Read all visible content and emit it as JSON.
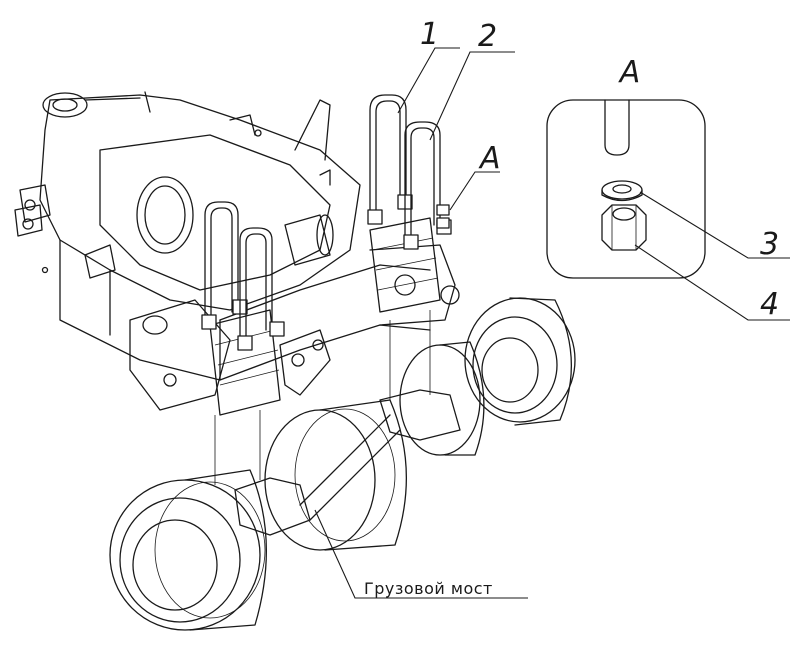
{
  "callouts": {
    "n1": "1",
    "n2": "2",
    "view_ref": "A",
    "n3": "3",
    "n4": "4"
  },
  "detail_view": {
    "label": "A"
  },
  "caption": {
    "axle": "Грузовой мост"
  }
}
